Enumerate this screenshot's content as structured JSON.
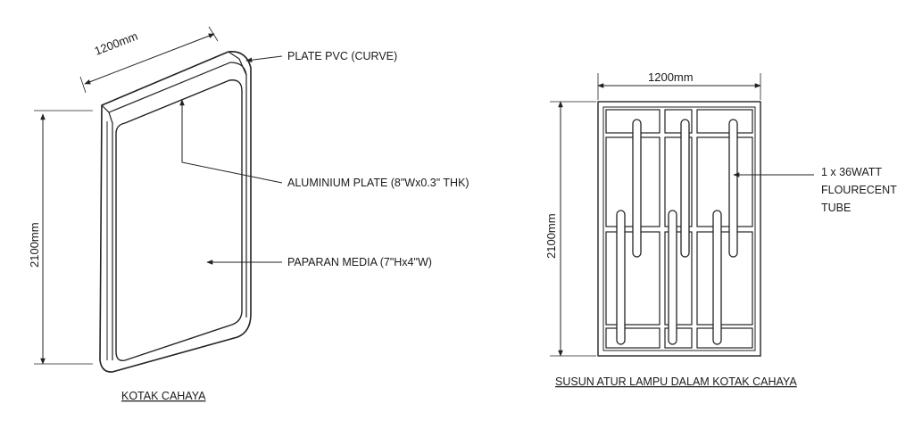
{
  "left_view": {
    "width_dim": "1200mm",
    "height_dim": "2100mm",
    "callouts": {
      "plate_pvc": "PLATE PVC (CURVE)",
      "aluminium_plate": "ALUMINIUM PLATE (8\"Wx0.3\" THK)",
      "paparan_media": "PAPARAN MEDIA (7\"Hx4\"W)"
    },
    "caption": "KOTAK CAHAYA"
  },
  "right_view": {
    "width_dim": "1200mm",
    "height_dim": "2100mm",
    "tube_label": [
      "1 x 36WATT",
      "FLOURECENT",
      "TUBE"
    ],
    "caption": "SUSUN ATUR LAMPU DALAM KOTAK CAHAYA"
  }
}
